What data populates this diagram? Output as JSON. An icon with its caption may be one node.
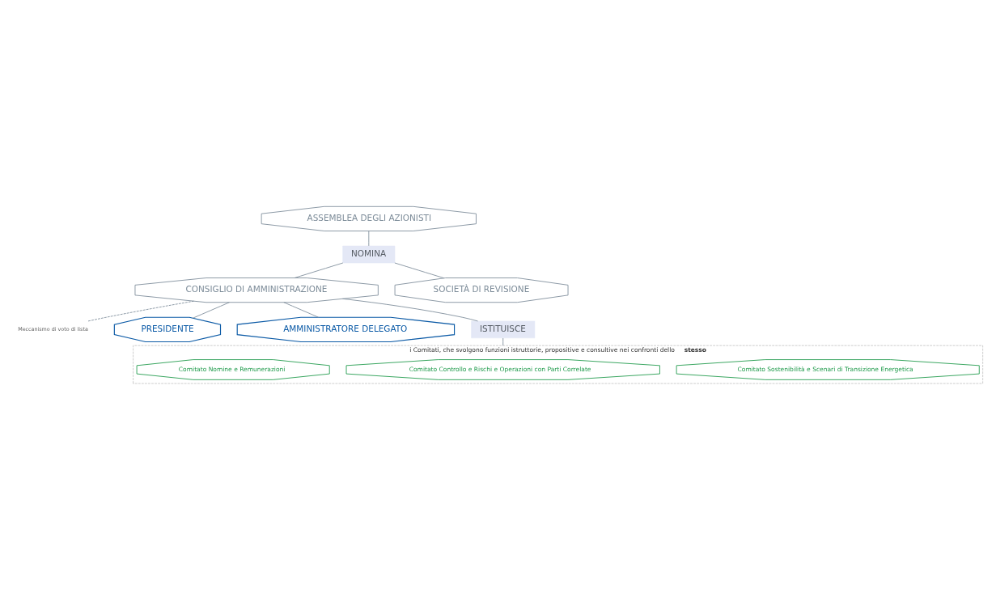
{
  "diagram": {
    "nodes": [
      {
        "text": [
          "ASSEMBLEA DEGLI AZIONISTI"
        ]
      },
      {
        "text": [
          "NOMINA"
        ]
      },
      {
        "text": [
          "CONSIGLIO DI AMMINISTRAZIONE"
        ]
      },
      {
        "text": [
          "SOCIETÀ DI REVISIONE"
        ]
      },
      {
        "text": [
          "Meccanismo di voto di lista"
        ]
      },
      {
        "text": [
          "PRESIDENTE"
        ]
      },
      {
        "text": [
          "AMMINISTRATORE DELEGATO"
        ]
      },
      {
        "text": [
          "ISTITUISCE"
        ]
      },
      {
        "text": [
          "i Comitati, che svolgono funzioni istruttorie, propositive e consultive nei confronti dello **stesso**"
        ]
      },
      {
        "text": [
          "Comitato Sostenibilità e Scenari di Transizione Energetica"
        ],
        "in": 8
      },
      {
        "text": [
          "Comitato Controllo e Rischi e Operazioni con Parti Correlate"
        ],
        "in": 8
      },
      {
        "text": [
          "Comitato Nomine e Remunerazioni"
        ],
        "in": 8
      }
    ],
    "edges": [
      {
        "from": 0,
        "to": 1,
        "arrow": "none"
      },
      {
        "from": 1,
        "to": 2,
        "arrow": "none"
      },
      {
        "from": 1,
        "to": 3,
        "arrow": "none"
      },
      {
        "from": 2,
        "to": 4,
        "arrow": "none",
        "style": "dashed"
      },
      {
        "from": 2,
        "to": 5,
        "arrow": "none"
      },
      {
        "from": 2,
        "to": 6,
        "arrow": "none"
      },
      {
        "from": 2,
        "to": 7,
        "arrow": "none"
      },
      {
        "from": 7,
        "to": 8,
        "arrow": "none"
      }
    ]
  }
}
